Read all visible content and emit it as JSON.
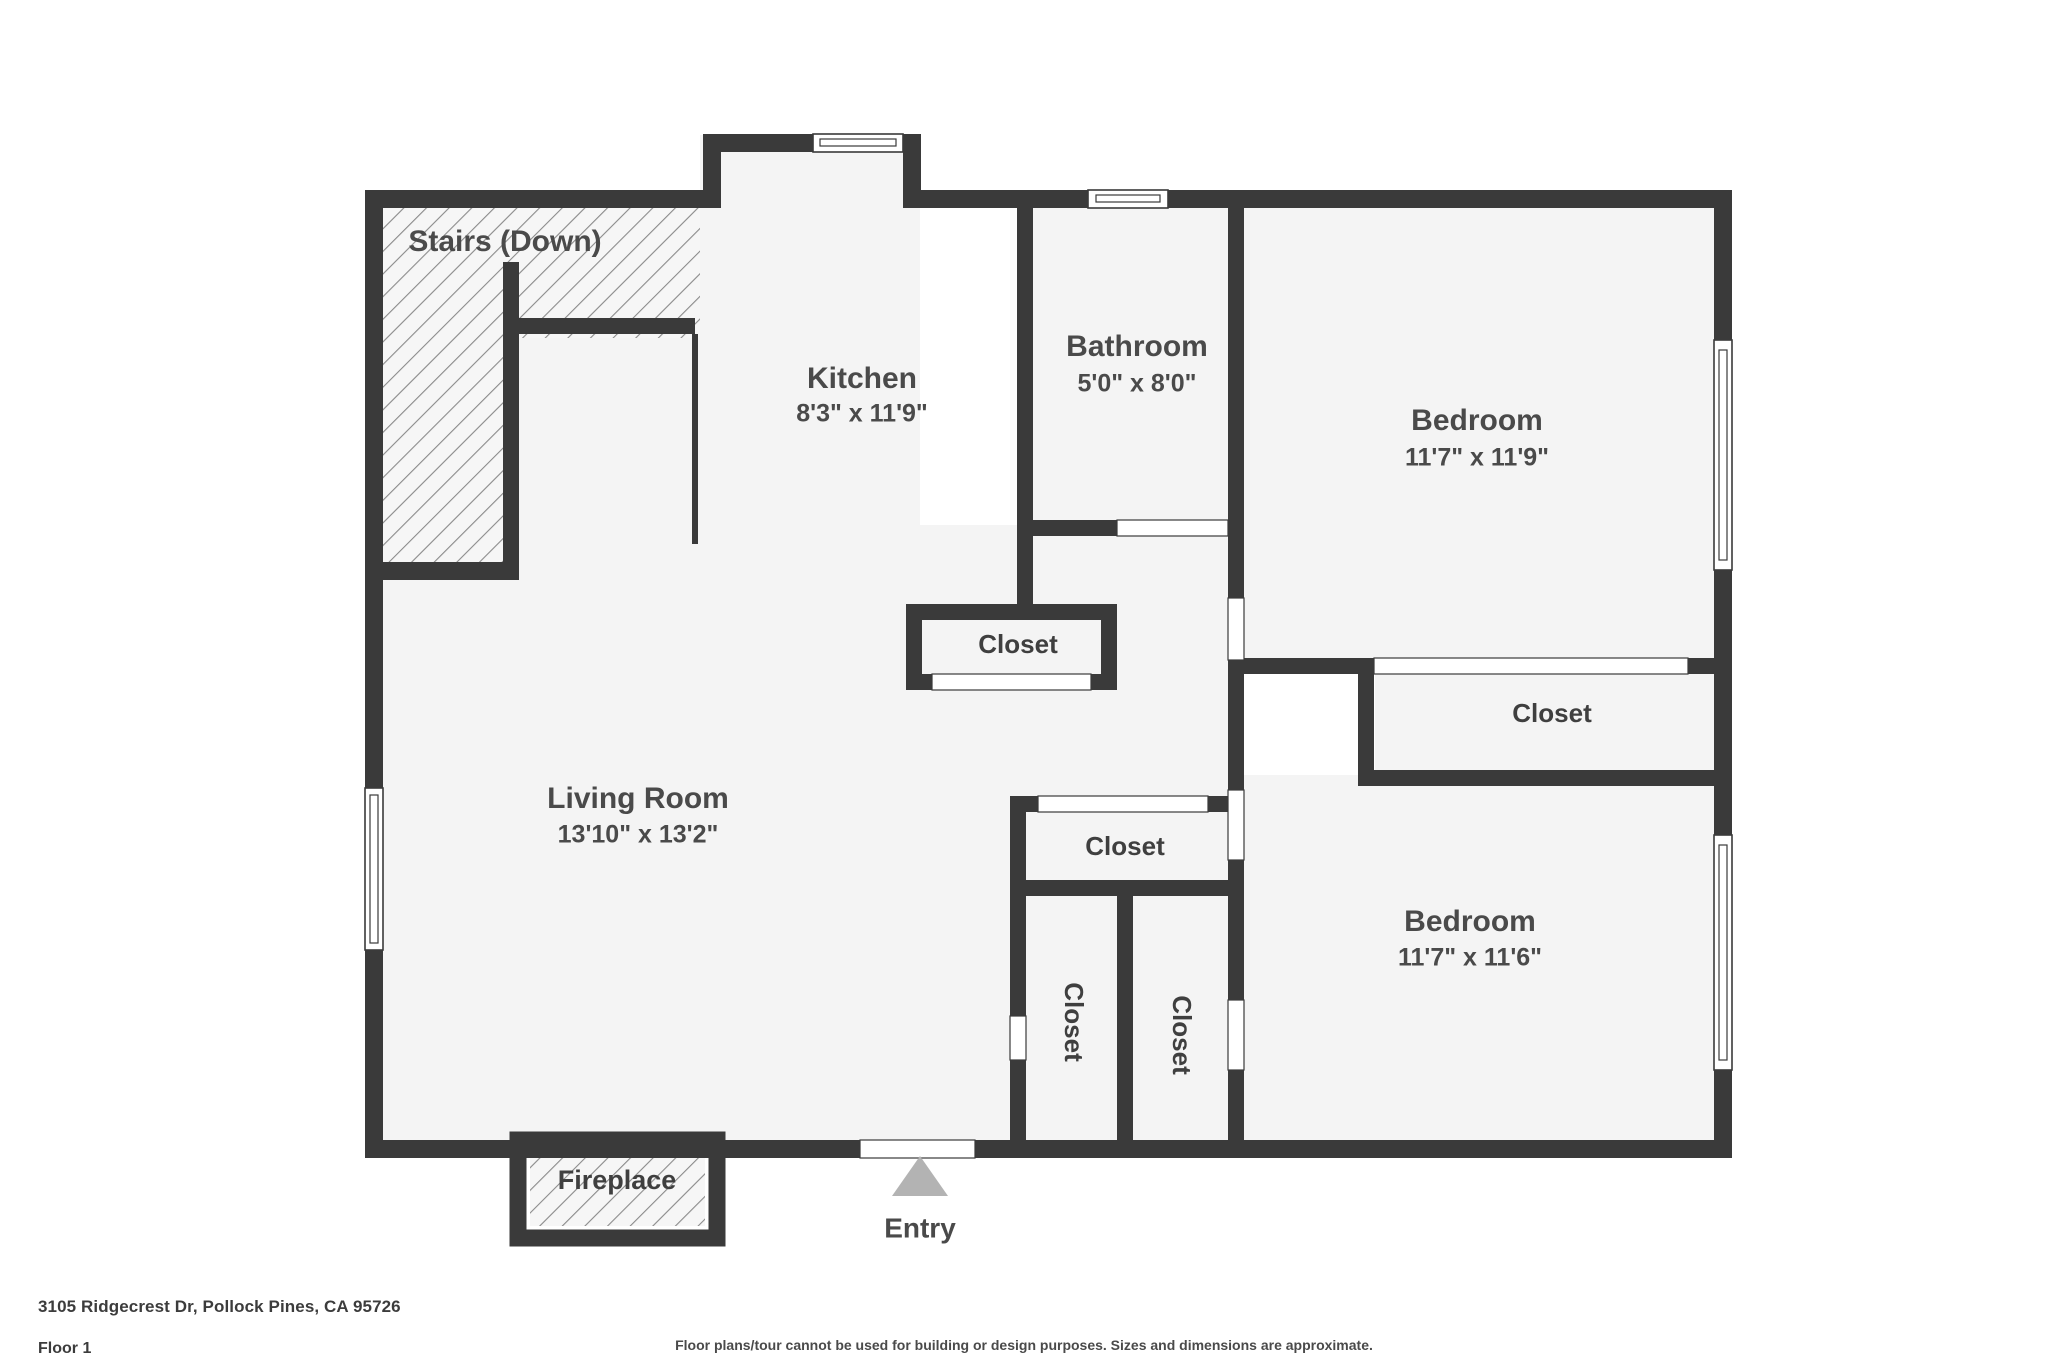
{
  "document": {
    "address": "3105 Ridgecrest Dr, Pollock Pines, CA 95726",
    "floor_label": "Floor 1",
    "disclaimer": "Floor plans/tour cannot be used for building or design purposes. Sizes and dimensions are approximate."
  },
  "colors": {
    "wall": "#3a3a3a",
    "floor_fill": "#f4f4f4",
    "label_text": "#4a4a4a",
    "hatch_line": "#8a8a8a",
    "window_fill": "#ffffff",
    "entry_marker": "#b3b3b3",
    "page_background": "#ffffff"
  },
  "rooms": [
    {
      "id": "stairs",
      "name": "Stairs (Down)",
      "dims": "",
      "hatched": true
    },
    {
      "id": "kitchen",
      "name": "Kitchen",
      "dims": "8'3\" x 11'9\"",
      "hatched": false
    },
    {
      "id": "bathroom",
      "name": "Bathroom",
      "dims": "5'0\" x 8'0\"",
      "hatched": false
    },
    {
      "id": "bedroom-1",
      "name": "Bedroom",
      "dims": "11'7\" x 11'9\"",
      "hatched": false
    },
    {
      "id": "bedroom-2",
      "name": "Bedroom",
      "dims": "11'7\" x 11'6\"",
      "hatched": false
    },
    {
      "id": "living-room",
      "name": "Living Room",
      "dims": "13'10\" x 13'2\"",
      "hatched": false
    }
  ],
  "closets": [
    {
      "id": "closet-kitchen-hall",
      "label": "Closet",
      "orientation": "horizontal"
    },
    {
      "id": "closet-bedroom-1",
      "label": "Closet",
      "orientation": "horizontal"
    },
    {
      "id": "closet-hall-upper",
      "label": "Closet",
      "orientation": "horizontal"
    },
    {
      "id": "closet-hall-left",
      "label": "Closet",
      "orientation": "vertical"
    },
    {
      "id": "closet-hall-right",
      "label": "Closet",
      "orientation": "vertical"
    }
  ],
  "features": [
    {
      "id": "fireplace",
      "label": "Fireplace",
      "hatched": true
    },
    {
      "id": "entry",
      "label": "Entry",
      "marker": "triangle-up"
    }
  ]
}
